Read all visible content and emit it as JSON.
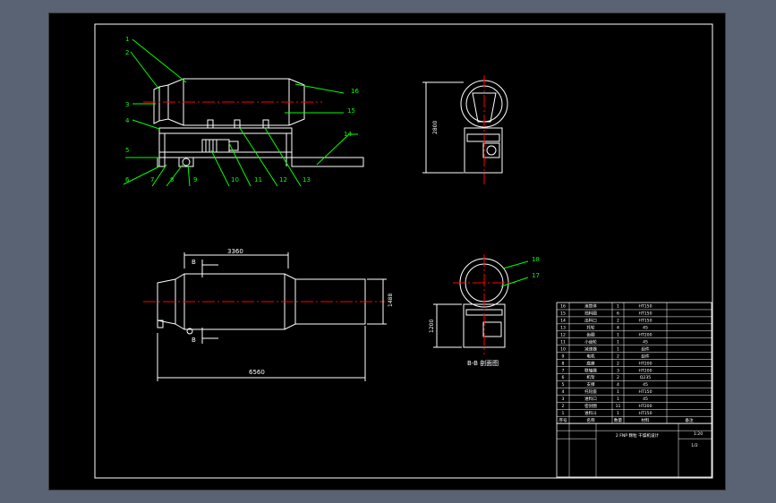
{
  "drawing": {
    "background": "#000000",
    "line_color": "#ffffff",
    "leader_color": "#00ff00",
    "centerline_color": "#ff0000"
  },
  "callouts": [
    "1",
    "2",
    "3",
    "4",
    "5",
    "6",
    "7",
    "8",
    "9",
    "10",
    "11",
    "12",
    "13",
    "14",
    "15",
    "16",
    "17",
    "18"
  ],
  "dimensions": {
    "top_length": "3360",
    "overall_length": "6560",
    "side_height": "2800",
    "end_diameter": "1488",
    "lower_height": "1200"
  },
  "section": {
    "marker": "B",
    "label": "B-B 剖面图"
  },
  "title_block": {
    "drawing_title": "2 FNP 颗粒 干燥机设计",
    "scale": "1:20",
    "sheet": "1/2",
    "header": [
      "序号",
      "名称",
      "数量",
      "材料",
      "备注"
    ]
  },
  "bom": [
    {
      "no": "16",
      "name": "滚筒体",
      "qty": "1",
      "mat": "HT150"
    },
    {
      "no": "15",
      "name": "挡料圈",
      "qty": "6",
      "mat": "HT150"
    },
    {
      "no": "14",
      "name": "出料口",
      "qty": "2",
      "mat": "HT150"
    },
    {
      "no": "13",
      "name": "托轮",
      "qty": "4",
      "mat": "45"
    },
    {
      "no": "12",
      "name": "齿圈",
      "qty": "1",
      "mat": "HT200"
    },
    {
      "no": "11",
      "name": "小齿轮",
      "qty": "1",
      "mat": "45"
    },
    {
      "no": "10",
      "name": "减速器",
      "qty": "1",
      "mat": "组件"
    },
    {
      "no": "9",
      "name": "电机",
      "qty": "2",
      "mat": "组件"
    },
    {
      "no": "8",
      "name": "底座",
      "qty": "2",
      "mat": "HT200"
    },
    {
      "no": "7",
      "name": "联轴器",
      "qty": "3",
      "mat": "HT200"
    },
    {
      "no": "6",
      "name": "机架",
      "qty": "2",
      "mat": "Q235"
    },
    {
      "no": "5",
      "name": "支撑",
      "qty": "4",
      "mat": "45"
    },
    {
      "no": "4",
      "name": "托轮座",
      "qty": "1",
      "mat": "HT150"
    },
    {
      "no": "3",
      "name": "进料口",
      "qty": "1",
      "mat": "45"
    },
    {
      "no": "2",
      "name": "密封圈",
      "qty": "11",
      "mat": "HT200"
    },
    {
      "no": "1",
      "name": "进料斗",
      "qty": "1",
      "mat": "HT150"
    }
  ]
}
